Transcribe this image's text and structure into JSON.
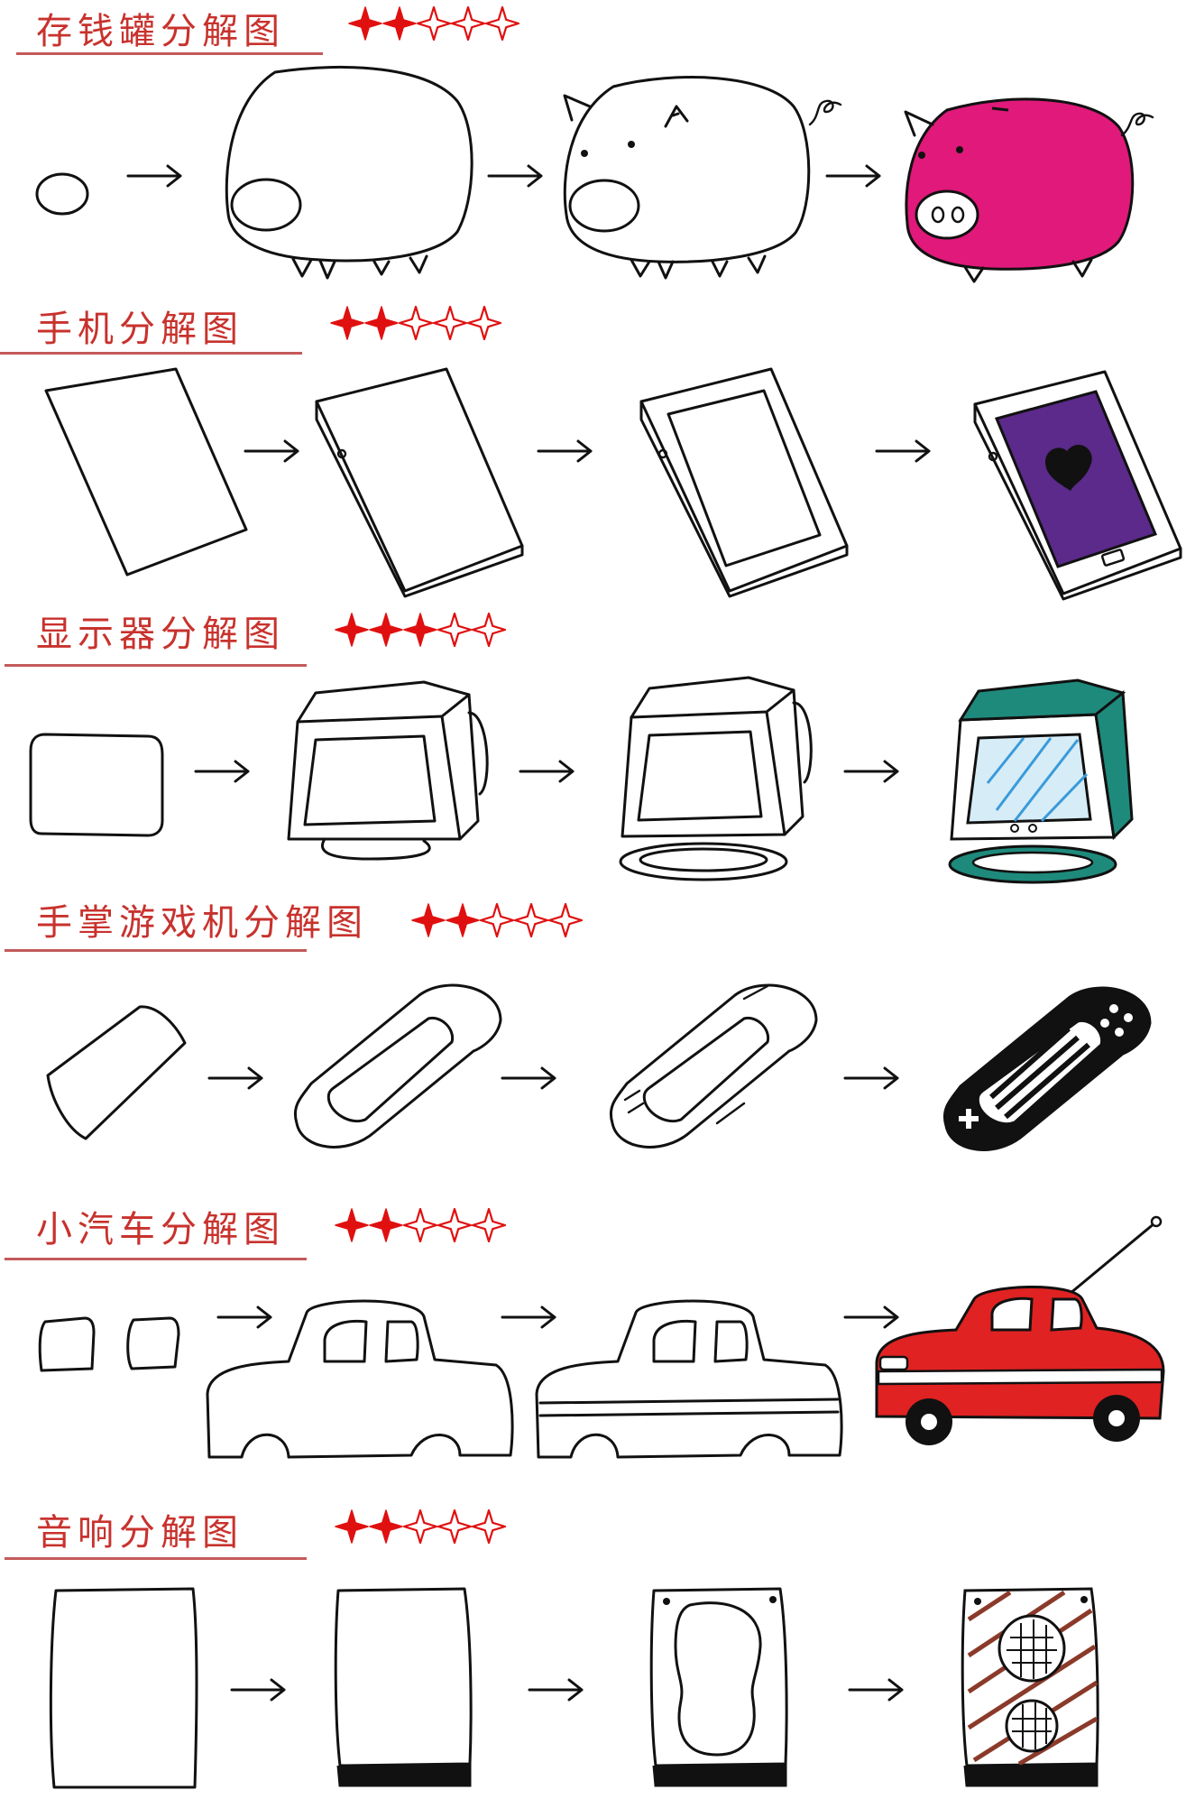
{
  "sections": [
    {
      "title": "存钱罐分解图",
      "rating": 2,
      "max_rating": 5,
      "fill_color": "#e0197a"
    },
    {
      "title": "手机分解图",
      "rating": 2,
      "max_rating": 5,
      "fill_color": "#5b2a8a"
    },
    {
      "title": "显示器分解图",
      "rating": 3,
      "max_rating": 5,
      "fill_color": "#1e8a7c"
    },
    {
      "title": "手掌游戏机分解图",
      "rating": 2,
      "max_rating": 5,
      "fill_color": "#111111"
    },
    {
      "title": "小汽车分解图",
      "rating": 2,
      "max_rating": 5,
      "fill_color": "#e02222"
    },
    {
      "title": "音响分解图",
      "rating": 2,
      "max_rating": 5,
      "fill_color": "#8b3a2a"
    }
  ],
  "colors": {
    "title": "#c8322d",
    "underline": "#c45a5a",
    "star_filled": "#e01010",
    "star_outline": "#e01010"
  }
}
